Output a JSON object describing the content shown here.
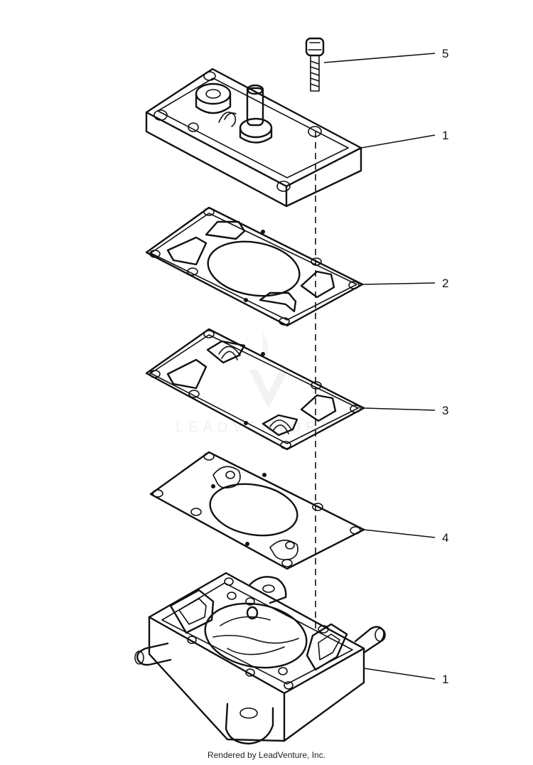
{
  "callouts": {
    "c5": "5",
    "c1_top": "1",
    "c2": "2",
    "c3": "3",
    "c4": "4",
    "c1_bottom": "1"
  },
  "watermark": "LEADVENTURE",
  "footer": "Rendered by LeadVenture, Inc."
}
